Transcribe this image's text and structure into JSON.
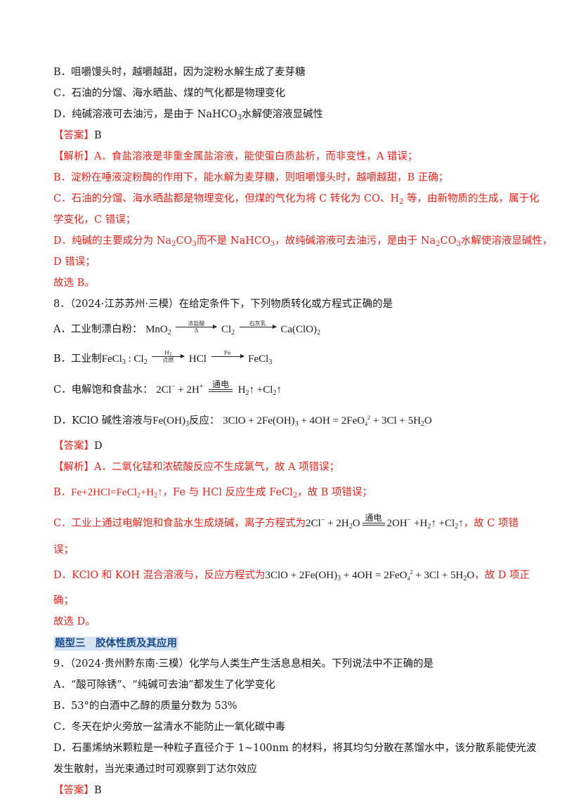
{
  "q7": {
    "optB": "B．咀嚼馒头时，越嚼越甜，因为淀粉水解生成了麦芽糖",
    "optC": "C．石油的分馏、海水晒盐、煤的气化都是物理变化",
    "optD_pre": "D．纯碱溶液可去油污，是由于 NaHCO",
    "optD_sub": "3",
    "optD_post": "水解使溶液显碱性",
    "answer_label": "【答案】",
    "answer_value": "B",
    "exp1": "【解析】A．食盐溶液是非重金属盐溶液，能使蛋白质盐析，而非变性，A 错误；",
    "exp2": "B．淀粉在唾液淀粉酶的作用下，能水解为麦芽糖，则咀嚼馒头时，越嚼越甜，B 正确；",
    "exp3a": "C．石油的分馏、海水晒盐都是物理变化，但煤的气化为将 C 转化为 CO、H",
    "exp3a_sub": "2",
    "exp3a_post": " 等，由新物质的生成，属于化",
    "exp3b": "学变化，C 错误；",
    "exp4a_1": "D．纯碱的主要成分为 Na",
    "exp4a_2": "CO",
    "exp4a_3": "而不是 NaHCO",
    "exp4a_4": "，故纯碱溶液可去油污，是由于 Na",
    "exp4a_5": "CO",
    "exp4a_6": "水解使溶液显碱性，",
    "exp4b": "D 错误；",
    "conclusion": "故选 B。"
  },
  "q8": {
    "stem": "8．（2024·江苏苏州·三模）在给定条件下，下列物质转化或方程式正确的是",
    "optA_label": "A．工业制漂白粉：",
    "optA_eq": {
      "r1": "MnO",
      "arrow1_top": "浓盐酸",
      "arrow1_bot": "Δ",
      "p1": "Cl",
      "arrow2_top": "石灰乳",
      "p2": "Ca(ClO)"
    },
    "optB_label": "B．工业制",
    "optB_eq": {
      "r1": "FeCl",
      "sep": " : Cl",
      "arrow1_top": "H",
      "arrow1_bot": "点燃",
      "p1": "HCl",
      "arrow2_top": "Fe",
      "p2": "FeCl"
    },
    "optC_label": "C．电解饱和食盐水：",
    "optC_eq": {
      "lhs": "2Cl",
      "plus": " + 2H",
      "cond": "通电",
      "p1": "H",
      "p2": " +Cl"
    },
    "optD_label": "D．KClO 碱性溶液与",
    "optD_mid": "Fe(OH)",
    "optD_after": "反应：",
    "optD_eq": "3ClO  + 2Fe(OH)",
    "optD_eq2": " + 4OH  = 2FeO",
    "optD_eq3": " + 3Cl  + 5H",
    "optD_eq4": "O",
    "answer_label": "【答案】",
    "answer_value": "D",
    "exp1": "【解析】A．二氧化锰和浓硫酸反应不生成氯气，故 A 项错误；",
    "exp2_label": "B．",
    "exp2_eq": "Fe+2HCl=FeCl",
    "exp2_eq2": "+H",
    "exp2_text": "，Fe 与 HCl 反应生成 FeCl",
    "exp2_text2": "，故 B 项错误；",
    "exp3_text": "C．工业上通过电解饱和食盐水生成烧碱，离子方程式为",
    "exp3_eq_l": "2Cl",
    "exp3_eq_m": " + 2H",
    "exp3_eq_o": "O",
    "exp3_cond": "通电",
    "exp3_eq_r": "2OH",
    "exp3_eq_r2": " +H",
    "exp3_eq_r3": " +Cl",
    "exp3_text2": "，故 C 项错",
    "exp3b": "误；",
    "exp4_text": "D．KClO 和 KOH 混合溶液与，反应方程式为",
    "exp4_eq": "3ClO  + 2Fe(OH)",
    "exp4_eq2": " + 4OH  = 2FeO",
    "exp4_eq3": " + 3Cl  + 5H",
    "exp4_eq4": "O",
    "exp4_text2": "，故 D 项正",
    "exp4b": "确；",
    "conclusion": "故选 D。"
  },
  "section_title": "题型三　胶体性质及其应用",
  "q9": {
    "stem": "9．（2024·贵州黔东南·三模）化学与人类生产生活息息相关。下列说法中不正确的是",
    "optA": "A．“酸可除锈”、“纯碱可去油”都发生了化学变化",
    "optB": "B．53°的白酒中乙醇的质量分数为 53%",
    "optC": "C．冬天在炉火旁放一盆清水不能防止一氧化碳中毒",
    "optD1": "D．石墨烯纳米颗粒是一种粒子直径介于 1~100nm 的材料，将其均匀分散在蒸馏水中，该分散系能使光波",
    "optD2": "发生散射，当光束通过时可观察到丁达尔效应",
    "answer_label": "【答案】",
    "answer_value": "B"
  }
}
